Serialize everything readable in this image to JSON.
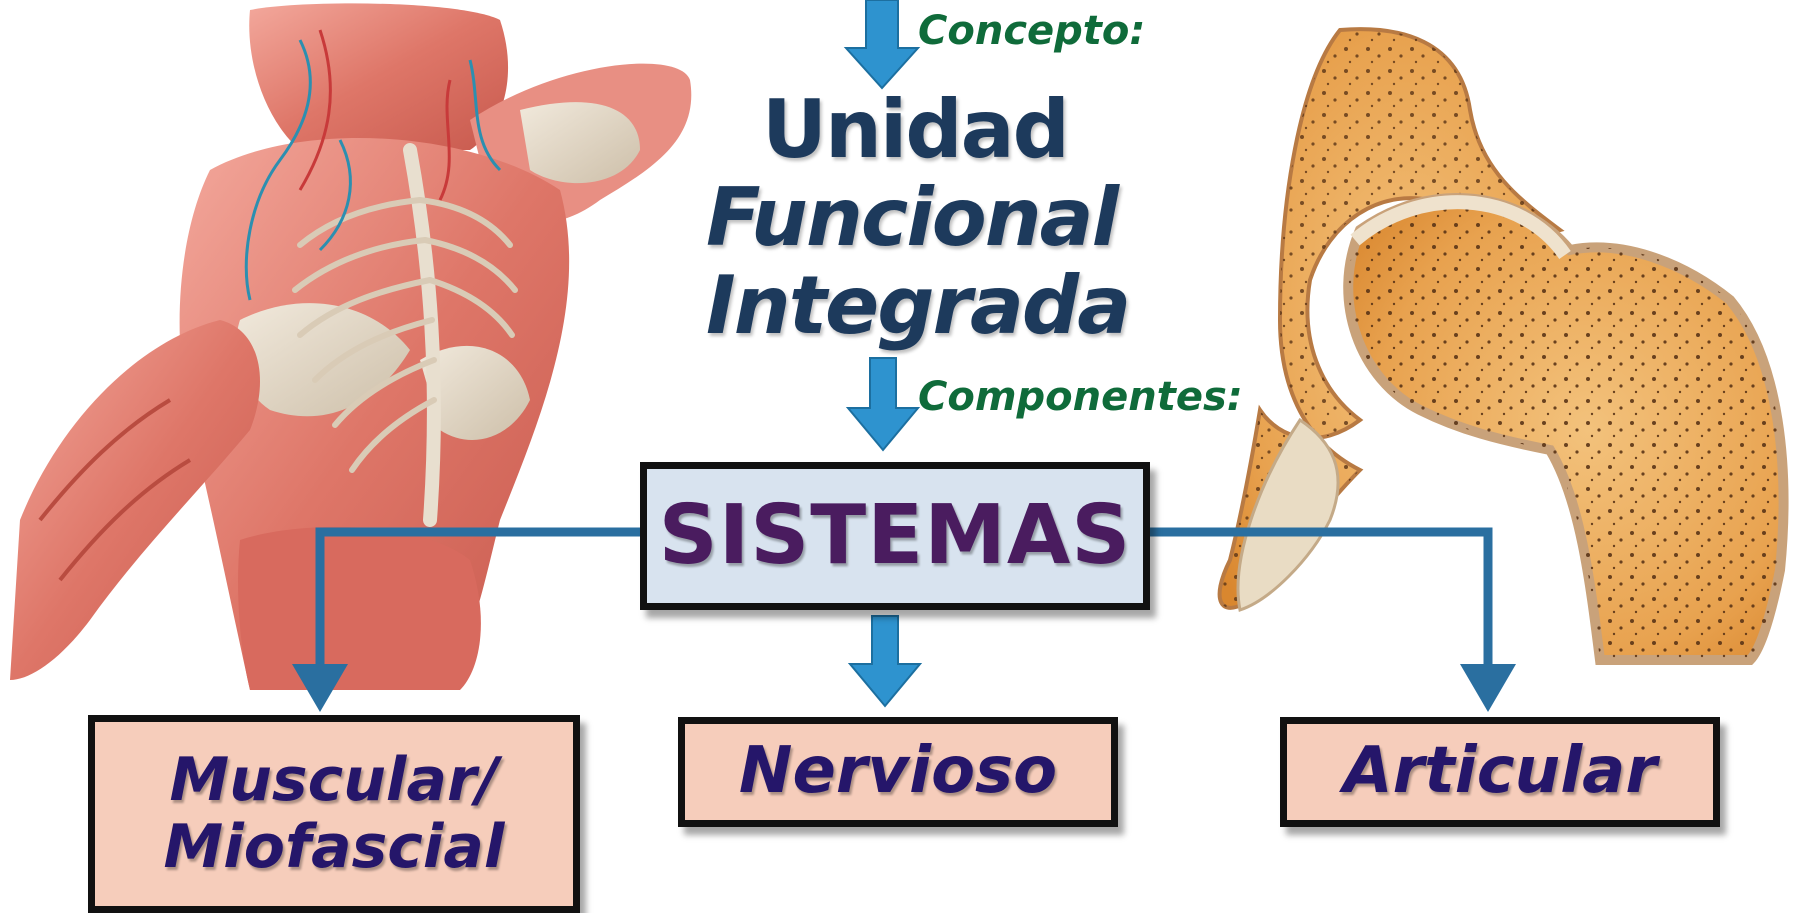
{
  "concept_label": "Concepto:",
  "title": {
    "line1": "Unidad",
    "line2": "Funcional",
    "line3": "Integrada"
  },
  "components_label": "Componentes:",
  "systems_box": "SISTEMAS",
  "components": {
    "muscular_line1": "Muscular/",
    "muscular_line2": "Miofascial",
    "nervioso": "Nervioso",
    "articular": "Articular"
  },
  "colors": {
    "arrow_blue": "#2e93cf",
    "connector_blue": "#2a6fa0",
    "title_navy": "#1d3a5c",
    "label_green": "#0f6b3a",
    "box_fill": "#f6cdbb",
    "box_text": "#25166a",
    "systems_fill": "#d8e3ef",
    "systems_text": "#4a1c5f"
  },
  "images": {
    "left": "anatomy-muscle-back-illustration",
    "right": "hip-joint-bone-cross-section-illustration"
  }
}
